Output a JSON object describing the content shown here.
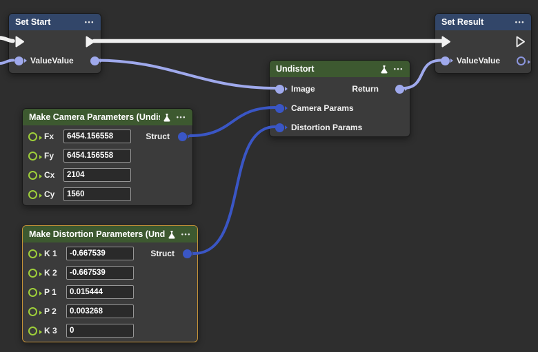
{
  "canvas": {
    "background": "#2e2e2e"
  },
  "colors": {
    "exec_wire": "#efefef",
    "data_wire": "#9fa9ec",
    "struct_wire": "#3a56c5",
    "green_pin": "#9ecf3a",
    "header_blue": "#324669",
    "header_green": "#3d5930",
    "node_body": "#3b3b3b",
    "selected_border": "#c49238"
  },
  "icons": {
    "menu_dots": "•••",
    "flask": "flask-icon"
  },
  "nodes": [
    {
      "title": "Set Start",
      "value_in": "Value",
      "value_out": "Value"
    },
    {
      "title": "Set Result",
      "value_in": "Value",
      "value_out": "Value"
    },
    {
      "title": "Undistort",
      "inputs": [
        "Image",
        "Camera Params",
        "Distortion Params"
      ],
      "output": "Return"
    },
    {
      "title": "Make Camera Parameters (Undistort)",
      "output": "Struct",
      "fields": [
        {
          "label": "Fx",
          "value": "6454.156558"
        },
        {
          "label": "Fy",
          "value": "6454.156558"
        },
        {
          "label": "Cx",
          "value": "2104"
        },
        {
          "label": "Cy",
          "value": "1560"
        }
      ]
    },
    {
      "title": "Make Distortion Parameters (Undistort)",
      "output": "Struct",
      "fields": [
        {
          "label": "K 1",
          "value": "-0.667539"
        },
        {
          "label": "K 2",
          "value": "-0.667539"
        },
        {
          "label": "P 1",
          "value": "0.015444"
        },
        {
          "label": "P 2",
          "value": "0.003268"
        },
        {
          "label": "K 3",
          "value": "0"
        }
      ]
    }
  ]
}
